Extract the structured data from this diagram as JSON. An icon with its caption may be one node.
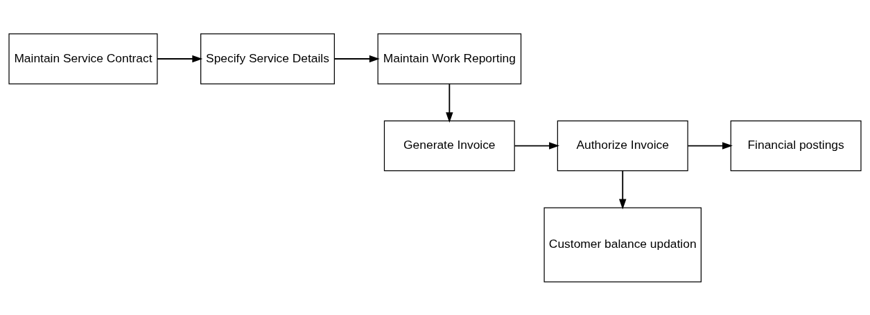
{
  "diagram": {
    "nodes": [
      {
        "text": [
          "Maintain Service Contract"
        ]
      },
      {
        "text": [
          "Specify Service Details"
        ]
      },
      {
        "text": [
          "Maintain Work Reporting"
        ]
      },
      {
        "text": [
          "Generate Invoice"
        ]
      },
      {
        "text": [
          "Authorize Invoice"
        ]
      },
      {
        "text": [
          "Financial postings"
        ]
      },
      {
        "text": [
          "Customer balance updation"
        ]
      }
    ],
    "edges": [
      {
        "from": 0,
        "to": 1,
        "arrow": "to"
      },
      {
        "from": 1,
        "to": 2,
        "arrow": "to"
      },
      {
        "from": 2,
        "to": 3,
        "arrow": "to"
      },
      {
        "from": 3,
        "to": 4,
        "arrow": "to"
      },
      {
        "from": 4,
        "to": 5,
        "arrow": "to"
      },
      {
        "from": 4,
        "to": 6,
        "arrow": "to"
      }
    ]
  }
}
